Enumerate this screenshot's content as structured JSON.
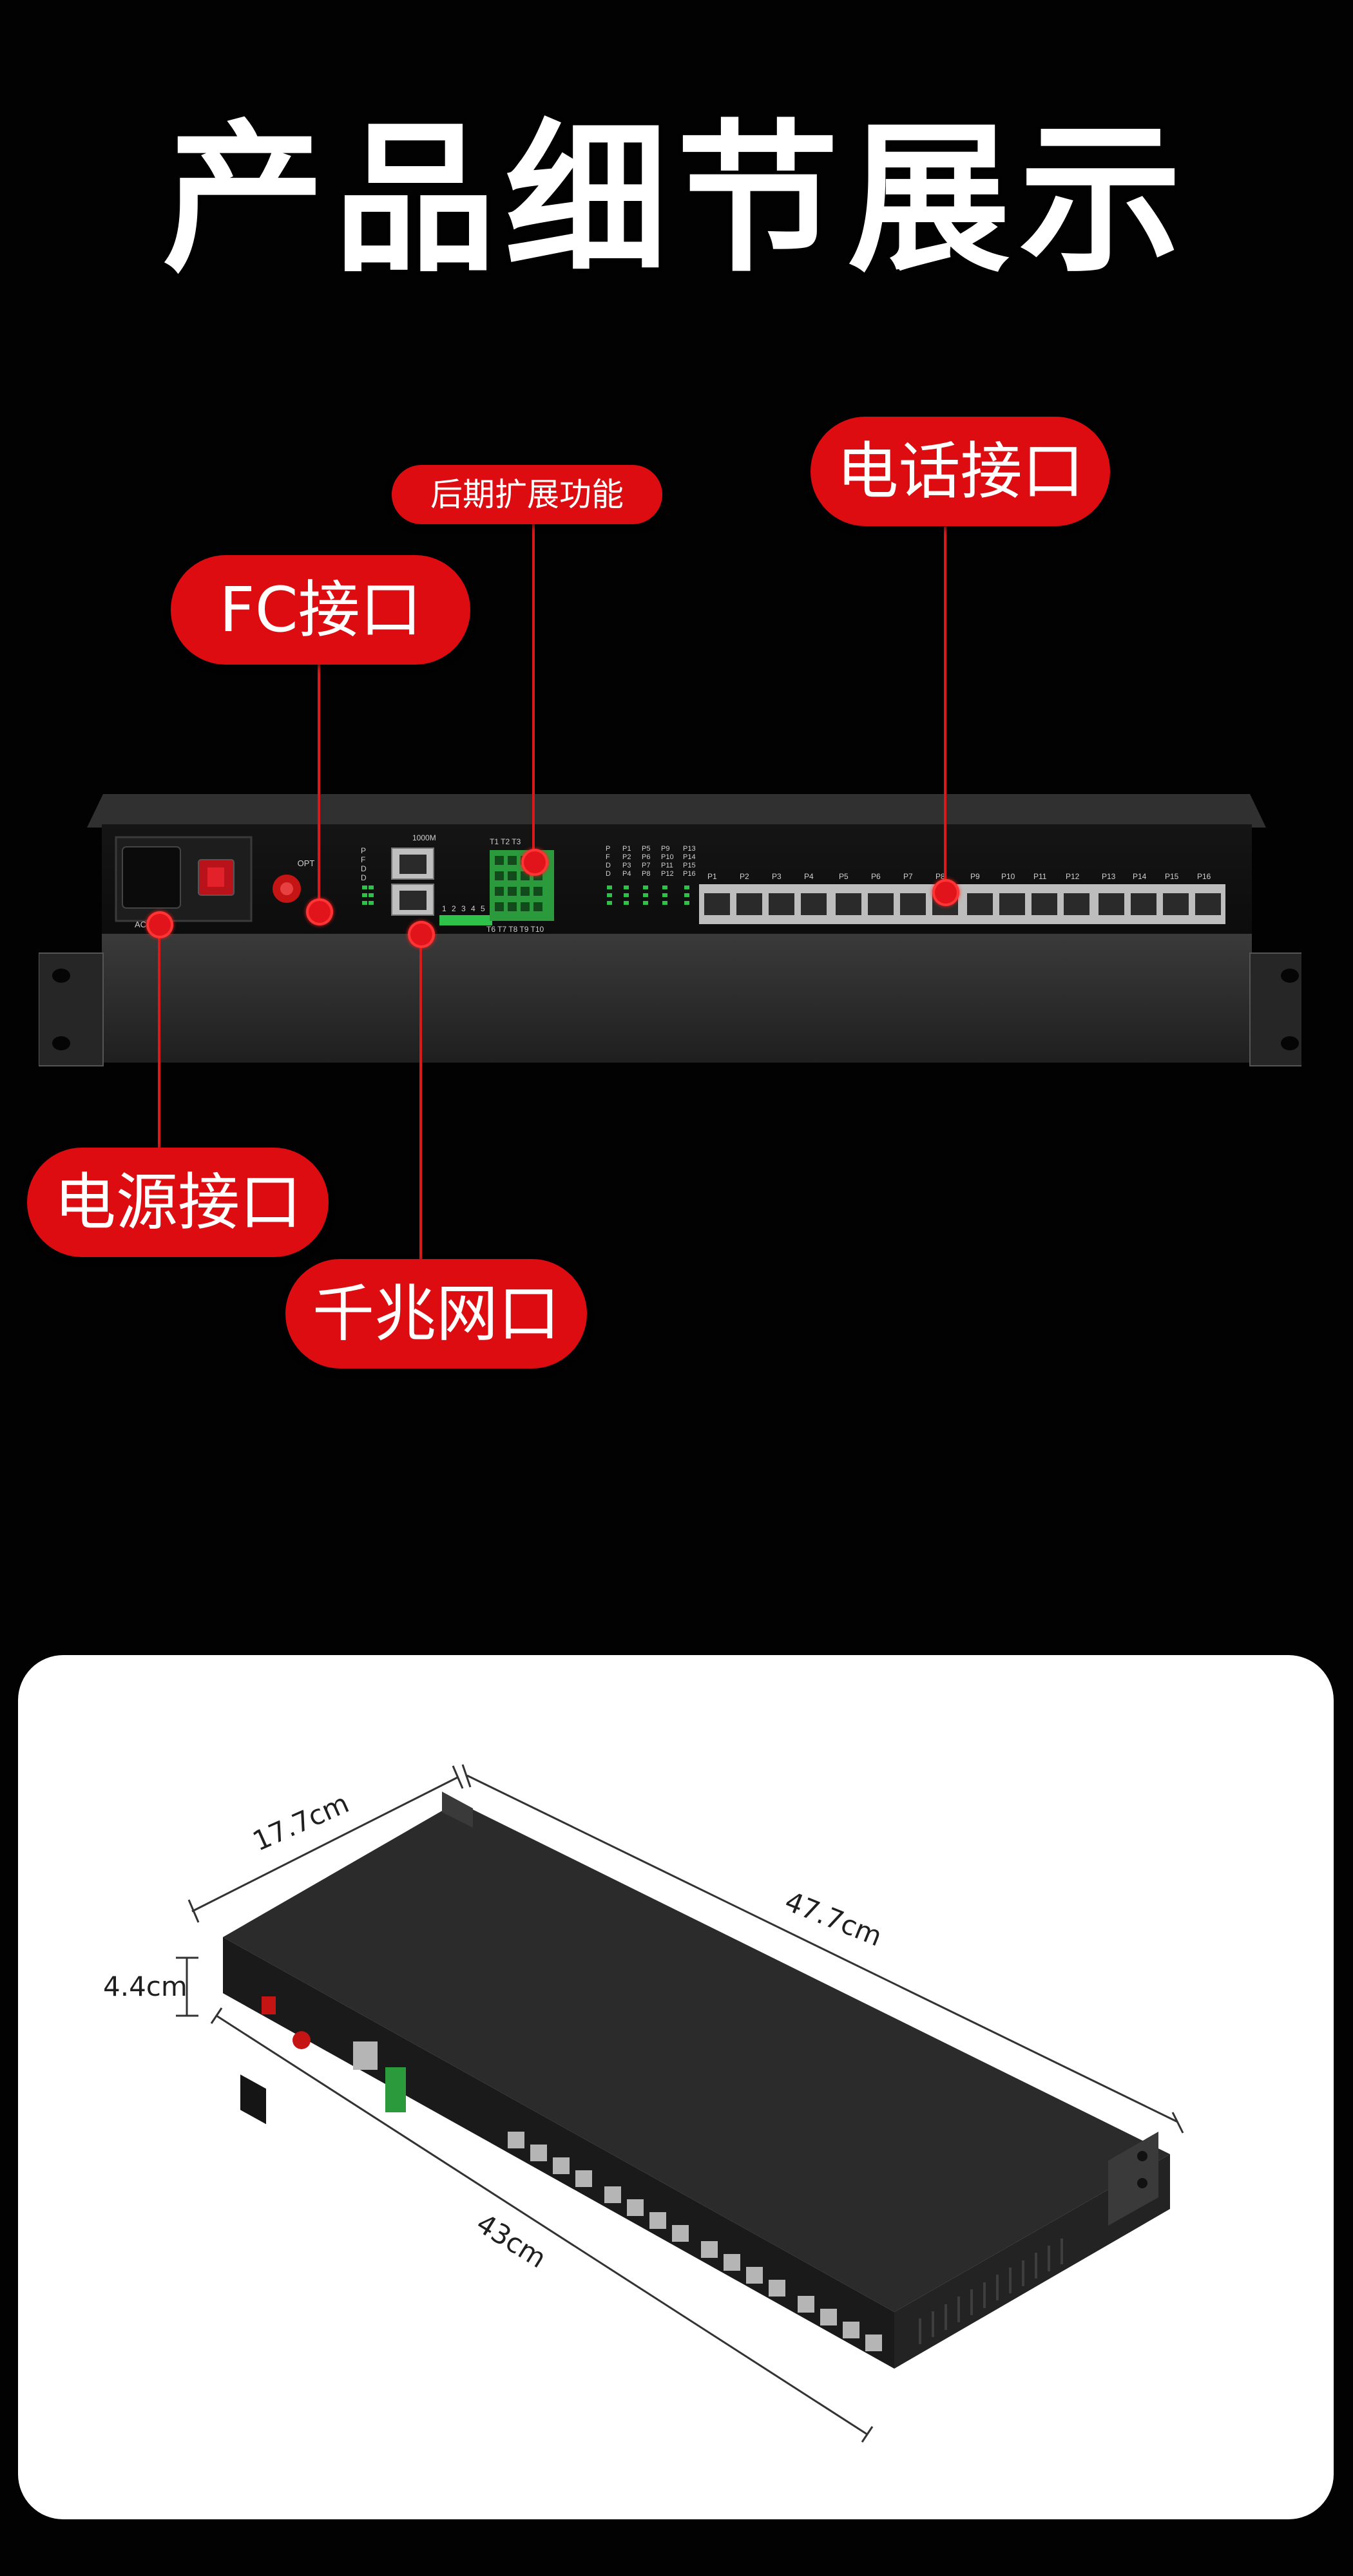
{
  "title": "产品细节展示",
  "callouts": {
    "fc": "FC接口",
    "expansion": "后期扩展功能",
    "phone": "电话接口",
    "power": "电源接口",
    "gigabit": "千兆网口"
  },
  "panel": {
    "power_text": "AC 220V",
    "opt_text": "OPT",
    "status_leds": [
      "P",
      "F",
      "D",
      "D"
    ],
    "net_label": "1000M",
    "port_numbers": [
      "1",
      "2",
      "3",
      "4",
      "5"
    ],
    "terminal_top": "T1 T2 T3",
    "terminal_bottom": "T6 T7 T8 T9 T10",
    "led_col_a": [
      "P",
      "F",
      "D",
      "D"
    ],
    "led_col_b": [
      "P1",
      "P2",
      "P3",
      "P4"
    ],
    "led_col_c": [
      "P5",
      "P6",
      "P7",
      "P8"
    ],
    "led_col_d": [
      "P9",
      "P10",
      "P11",
      "P12"
    ],
    "led_col_e": [
      "P13",
      "P14",
      "P15",
      "P16"
    ],
    "phone_ports": [
      "P1",
      "P2",
      "P3",
      "P4",
      "P5",
      "P6",
      "P7",
      "P8",
      "P9",
      "P10",
      "P11",
      "P12",
      "P13",
      "P14",
      "P15",
      "P16"
    ]
  },
  "dimensions": {
    "depth": "17.7cm",
    "length": "47.7cm",
    "height": "4.4cm",
    "width": "43cm"
  },
  "colors": {
    "background": "#020202",
    "callout_red": "#dd0c10",
    "device_body": "#2b2b2b",
    "panel": "#ffffff"
  }
}
